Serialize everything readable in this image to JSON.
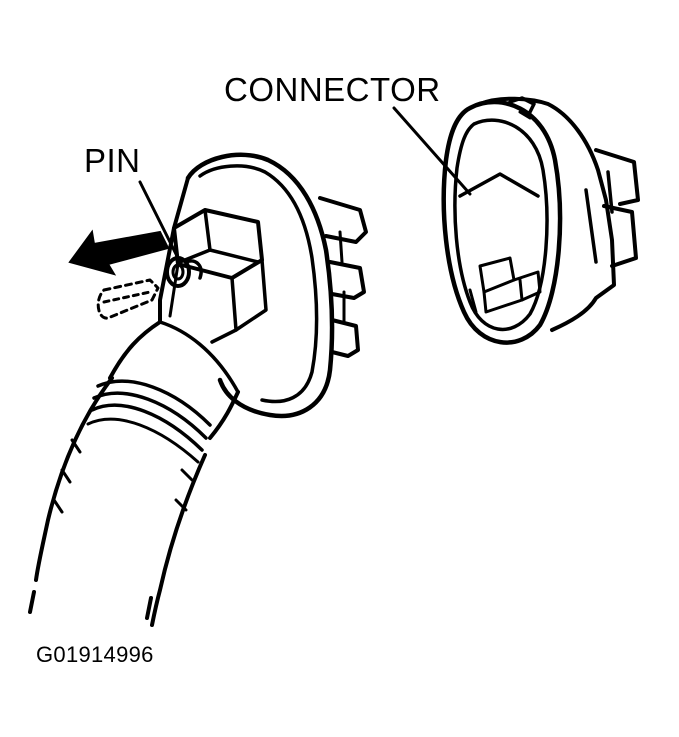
{
  "labels": {
    "connector": "CONNECTOR",
    "pin": "PIN",
    "figure_id": "G01914996"
  },
  "colors": {
    "ink": "#000000",
    "background": "#ffffff"
  }
}
